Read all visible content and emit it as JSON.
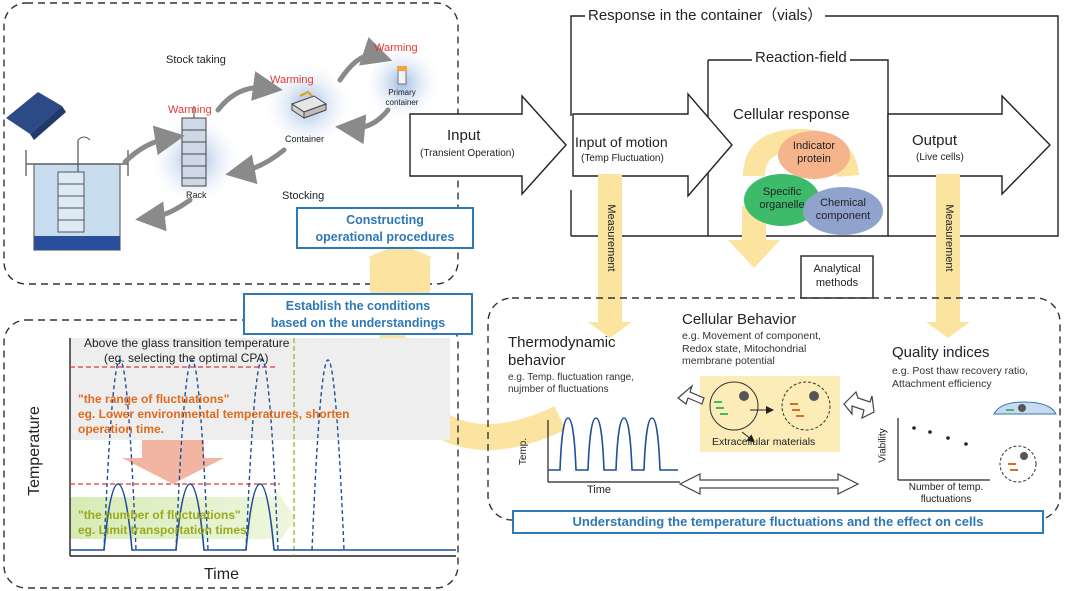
{
  "stock_panel": {
    "stock_taking": "Stock taking",
    "stocking": "Stocking",
    "warming": "Warming",
    "rack": "Rack",
    "container": "Container",
    "primary_container_1": "Primary",
    "primary_container_2": "container"
  },
  "procedures": {
    "constructing_1": "Constructing",
    "constructing_2": "operational procedures",
    "establish_1": "Establish the conditions",
    "establish_2": "based on the understandings"
  },
  "flow": {
    "response_container": "Response in the container（vials）",
    "reaction_field": "Reaction-field",
    "input_title": "Input",
    "input_sub": "(Transient Operation)",
    "motion_title": "Input of motion",
    "motion_sub": "(Temp Fluctuation)",
    "cellular_response": "Cellular response",
    "output_title": "Output",
    "output_sub": "(Live cells)",
    "indicator_1": "Indicator",
    "indicator_2": "protein",
    "organelle_1": "Specific",
    "organelle_2": "organelle",
    "chemical_1": "Chemical",
    "chemical_2": "component",
    "analytical_1": "Analytical",
    "analytical_2": "methods",
    "measurement": "Measurement"
  },
  "understanding": {
    "thermo_title_1": "Thermodynamic",
    "thermo_title_2": "behavior",
    "thermo_desc_1": "e.g. Temp. fluctuation range,",
    "thermo_desc_2": "nujmber of fluctuations",
    "temp_axis": "Temp.",
    "time_axis": "Time",
    "cellular_title": "Cellular Behavior",
    "cellular_desc_1": "e.g. Movement of component,",
    "cellular_desc_2": "Redox state, Mitochondrial",
    "cellular_desc_3": "membrane potential",
    "extracellular": "Extracellular materials",
    "quality_title": "Quality indices",
    "quality_desc_1": "e.g. Post thaw recovery ratio,",
    "quality_desc_2": "Attachment efficiency",
    "viability_axis": "Viability",
    "num_fluct_1": "Number of temp.",
    "num_fluct_2": "fluctuations",
    "bottom_banner": "Understanding the temperature fluctuations and the effect on cells"
  },
  "temp_chart": {
    "glass_1": "Above the glass transition temperature",
    "glass_2": "(eg. selecting the optimal CPA)",
    "range_1": "\"the range of fluctuations\"",
    "range_2": "eg. Lower environmental temperatures, shorten",
    "range_3": "operation time.",
    "number_1": "\"the number of fluctuations\"",
    "number_2": "eg. Limit transportation times.",
    "y_label": "Temperature",
    "x_label": "Time"
  },
  "colors": {
    "accent_blue": "#2e78b5",
    "arrow_yellow": "#fbe3a0",
    "warning_red": "#e53935",
    "orange_text": "#e06a1e",
    "green_text": "#9aaa1e"
  }
}
